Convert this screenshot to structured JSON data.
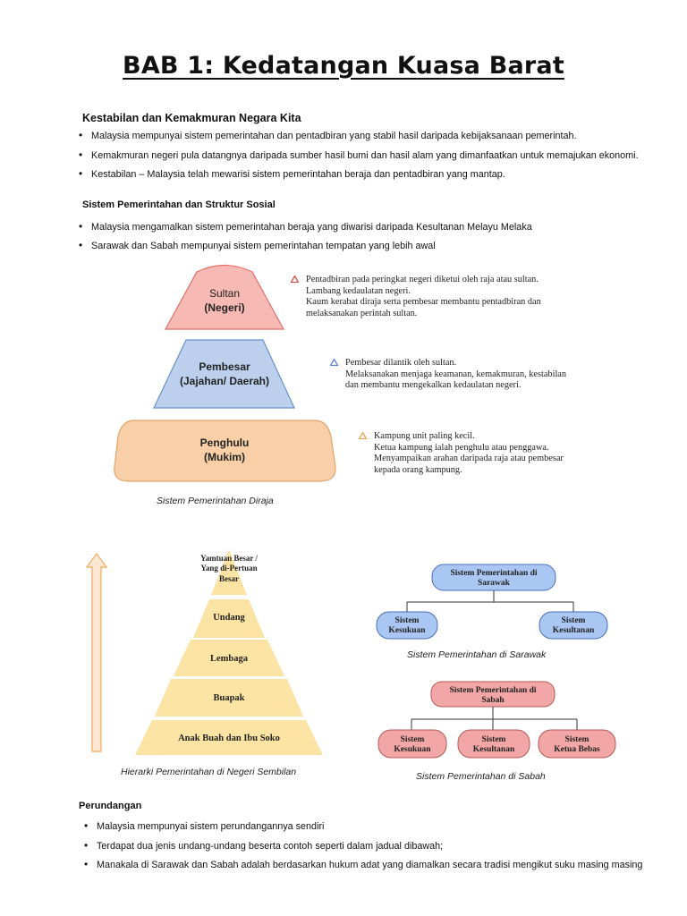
{
  "title": "BAB 1: Kedatangan Kuasa Barat",
  "section1": {
    "heading": "Kestabilan dan Kemakmuran Negara Kita",
    "bullets": [
      "Malaysia mempunyai sistem pemerintahan dan pentadbiran yang stabil hasil daripada kebijaksanaan pemerintah.",
      "Kemakmuran negeri pula datangnya daripada sumber hasil bumi dan hasil alam yang dimanfaatkan untuk memajukan ekonomi.",
      "Kestabilan – Malaysia telah mewarisi sistem pemerintahan beraja dan pentadbiran yang mantap."
    ]
  },
  "section2": {
    "heading": "Sistem Pemerintahan dan Struktur Sosial",
    "bullets": [
      "Malaysia mengamalkan sistem pemerintahan beraja yang diwarisi daripada Kesultanan Melayu Melaka",
      "Sarawak dan Sabah mempunyai sistem pemerintahan tempatan yang lebih awal"
    ]
  },
  "diraja": {
    "levels": [
      {
        "line1": "Sultan",
        "line2": "(Negeri)",
        "fill": "#f7b9b3",
        "stroke": "#e0706a"
      },
      {
        "line1": "Pembesar",
        "line2": "(Jajahan/ Daerah)",
        "fill": "#bcd0ee",
        "stroke": "#6a8fd0"
      },
      {
        "line1": "Penghulu",
        "line2": "(Mukim)",
        "fill": "#f8cfa6",
        "stroke": "#e4a468"
      }
    ],
    "descriptions": [
      [
        "Pentadbiran pada peringkat negeri diketui oleh raja atau sultan.",
        "Lambang kedaulatan negeri.",
        "Kaum kerabat diraja serta pembesar membantu pentadbiran dan",
        "melaksanakan perintah sultan."
      ],
      [
        "Pembesar dilantik oleh sultan.",
        "Melaksanakan menjaga keamanan, kemakmuran, kestabilan",
        "dan membantu mengekalkan kedaulatan negeri."
      ],
      [
        "Kampung unit paling kecil.",
        "Ketua kampung ialah penghulu atau penggawa.",
        "Menyampaikan arahan daripada raja atau pembesar",
        "kepada orang kampung."
      ]
    ],
    "marker_colors": [
      "#e0504a",
      "#5b82d6",
      "#e8a44a"
    ],
    "caption": "Sistem Pemerintahan Diraja"
  },
  "sembilan": {
    "levels": [
      "Yamtuan Besar /",
      "Yang di-Pertuan",
      "Besar",
      "Undang",
      "Lembaga",
      "Buapak",
      "Anak Buah dan Ibu Soko"
    ],
    "caption": "Hierarki Pemerintahan di Negeri Sembilan",
    "fill": "#fbe3a4",
    "arrow_color": "#f2b46c"
  },
  "sarawak": {
    "root": [
      "Sistem Pemerintahan di",
      "Sarawak"
    ],
    "children": [
      [
        "Sistem",
        "Kesukuan"
      ],
      [
        "Sistem",
        "Kesultanan"
      ]
    ],
    "caption": "Sistem Pemerintahan di Sarawak",
    "fill": "#aac6f2"
  },
  "sabah": {
    "root": [
      "Sistem Pemerintahan di",
      "Sabah"
    ],
    "children": [
      [
        "Sistem",
        "Kesukuan"
      ],
      [
        "Sistem",
        "Kesultanan"
      ],
      [
        "Sistem",
        "Ketua Bebas"
      ]
    ],
    "caption": "Sistem Pemerintahan di Sabah",
    "fill": "#f2a6a6"
  },
  "section3": {
    "heading": "Perundangan",
    "bullets": [
      "Malaysia mempunyai sistem perundangannya sendiri",
      "Terdapat dua jenis undang-undang beserta contoh seperti dalam jadual dibawah;",
      "Manakala di Sarawak dan Sabah adalah berdasarkan hukum adat yang diamalkan secara tradisi mengikut suku masing masing"
    ]
  }
}
